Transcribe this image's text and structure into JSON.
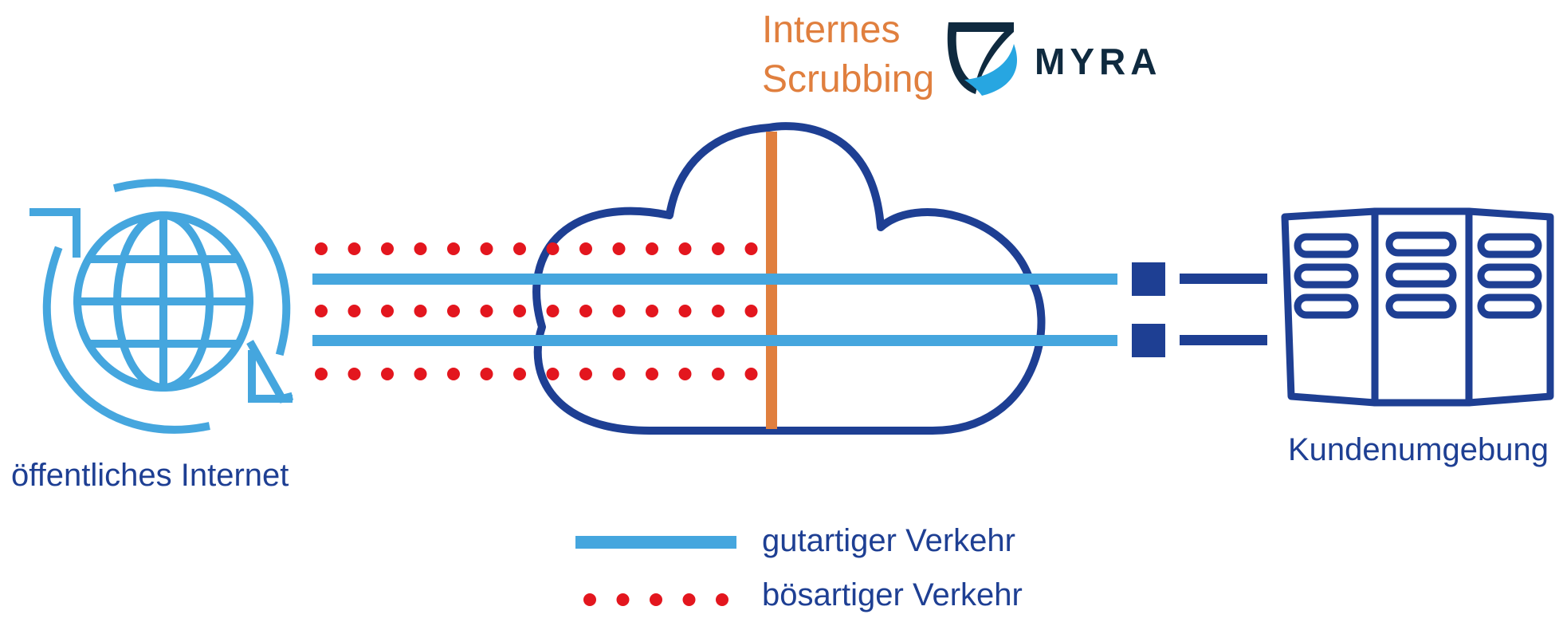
{
  "title_line1": "Internes",
  "title_line2": "Scrubbing",
  "logo_text": "MYRA",
  "left_label": "öffentliches Internet",
  "right_label": "Kundenumgebung",
  "legend": {
    "benign_label": "gutartiger Verkehr",
    "malicious_label": "bösartiger Verkehr"
  },
  "colors": {
    "light_blue": "#45a6de",
    "dark_blue": "#1e3f93",
    "orange": "#e07f3e",
    "red": "#e3161e",
    "logo_dark": "#0f2a3f"
  },
  "icons": [
    "globe-icon",
    "refresh-arrows-icon",
    "cloud-icon",
    "server-rack-icon",
    "shield-logo-icon"
  ]
}
